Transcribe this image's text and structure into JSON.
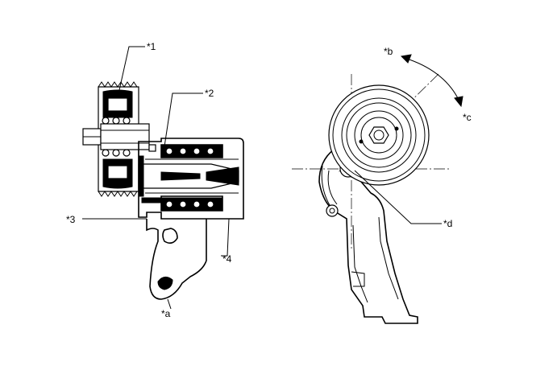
{
  "diagram": {
    "labels": {
      "l1": "*1",
      "l2": "*2",
      "l3": "*3",
      "l4": "*4",
      "la": "*a",
      "lb": "*b",
      "lc": "*c",
      "ld": "*d"
    }
  }
}
